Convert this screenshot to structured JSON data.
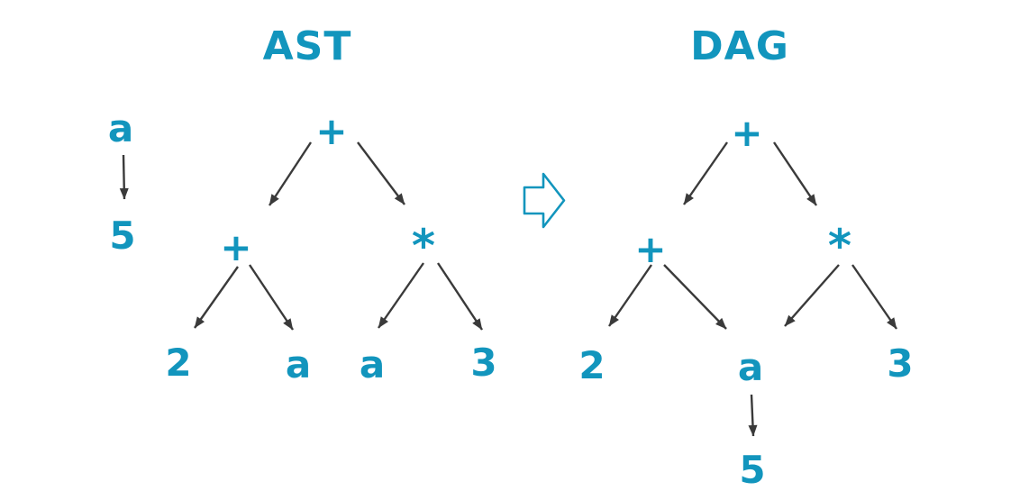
{
  "diagram": {
    "colors": {
      "accent": "#1295bd",
      "edge": "#3a3a3a",
      "background": "#ffffff"
    },
    "transform_arrow_icon": "block-arrow-right"
  },
  "ast": {
    "title": "AST",
    "nodes": [
      {
        "id": "var-a",
        "label": "a"
      },
      {
        "id": "val-5",
        "label": "5"
      },
      {
        "id": "plus-root",
        "label": "+"
      },
      {
        "id": "plus-left",
        "label": "+"
      },
      {
        "id": "star-right",
        "label": "*"
      },
      {
        "id": "leaf-2",
        "label": "2"
      },
      {
        "id": "leaf-a-left",
        "label": "a"
      },
      {
        "id": "leaf-a-right",
        "label": "a"
      },
      {
        "id": "leaf-3",
        "label": "3"
      }
    ],
    "edges": [
      {
        "from": "var-a",
        "to": "val-5"
      },
      {
        "from": "plus-root",
        "to": "plus-left"
      },
      {
        "from": "plus-root",
        "to": "star-right"
      },
      {
        "from": "plus-left",
        "to": "leaf-2"
      },
      {
        "from": "plus-left",
        "to": "leaf-a-left"
      },
      {
        "from": "star-right",
        "to": "leaf-a-right"
      },
      {
        "from": "star-right",
        "to": "leaf-3"
      }
    ]
  },
  "dag": {
    "title": "DAG",
    "nodes": [
      {
        "id": "plus-root",
        "label": "+"
      },
      {
        "id": "plus-left",
        "label": "+"
      },
      {
        "id": "star-right",
        "label": "*"
      },
      {
        "id": "leaf-2",
        "label": "2"
      },
      {
        "id": "leaf-a-shared",
        "label": "a"
      },
      {
        "id": "leaf-3",
        "label": "3"
      },
      {
        "id": "val-5",
        "label": "5"
      }
    ],
    "edges": [
      {
        "from": "plus-root",
        "to": "plus-left"
      },
      {
        "from": "plus-root",
        "to": "star-right"
      },
      {
        "from": "plus-left",
        "to": "leaf-2"
      },
      {
        "from": "plus-left",
        "to": "leaf-a-shared"
      },
      {
        "from": "star-right",
        "to": "leaf-a-shared"
      },
      {
        "from": "star-right",
        "to": "leaf-3"
      },
      {
        "from": "leaf-a-shared",
        "to": "val-5"
      }
    ]
  }
}
